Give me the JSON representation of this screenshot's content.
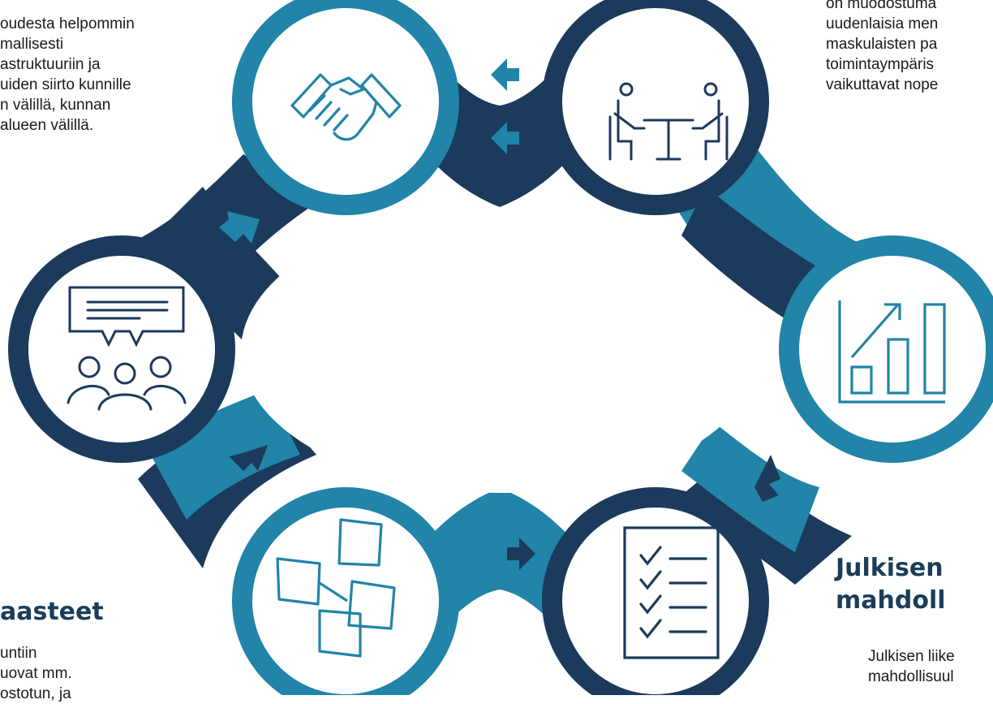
{
  "colors": {
    "navy": "#1b3a5c",
    "teal": "#2184a8",
    "icon_navy": "#1b3a5c",
    "icon_teal": "#2184a8",
    "heading": "#1b3d5a",
    "text": "#1a1a1a"
  },
  "text_blocks": {
    "top_left": [
      "oudesta helpommin",
      "mallisesti",
      "astruktuuriin ja",
      "uiden siirto kunnille",
      "n välillä, kunnan",
      "alueen välillä."
    ],
    "top_right": [
      "on muodostuma",
      "uudenlaisia men",
      "maskulaisten pa",
      "toimintaympäris",
      "vaikuttavat nope"
    ],
    "bottom_left_heading": "aasteet",
    "bottom_left": [
      "untiin",
      "uovat mm.",
      "ostotun, ja"
    ],
    "bottom_right_heading": [
      "Julkisen",
      "mahdoll"
    ],
    "bottom_right": [
      "Julkisen liike",
      "mahdollisuul"
    ]
  },
  "nodes": [
    {
      "id": "top-left",
      "icon": "handshake-icon"
    },
    {
      "id": "top-right",
      "icon": "meeting-table-icon"
    },
    {
      "id": "right",
      "icon": "growth-chart-icon"
    },
    {
      "id": "bottom-right",
      "icon": "checklist-icon"
    },
    {
      "id": "bottom-left",
      "icon": "sticky-notes-icon"
    },
    {
      "id": "left",
      "icon": "discussion-group-icon"
    }
  ]
}
